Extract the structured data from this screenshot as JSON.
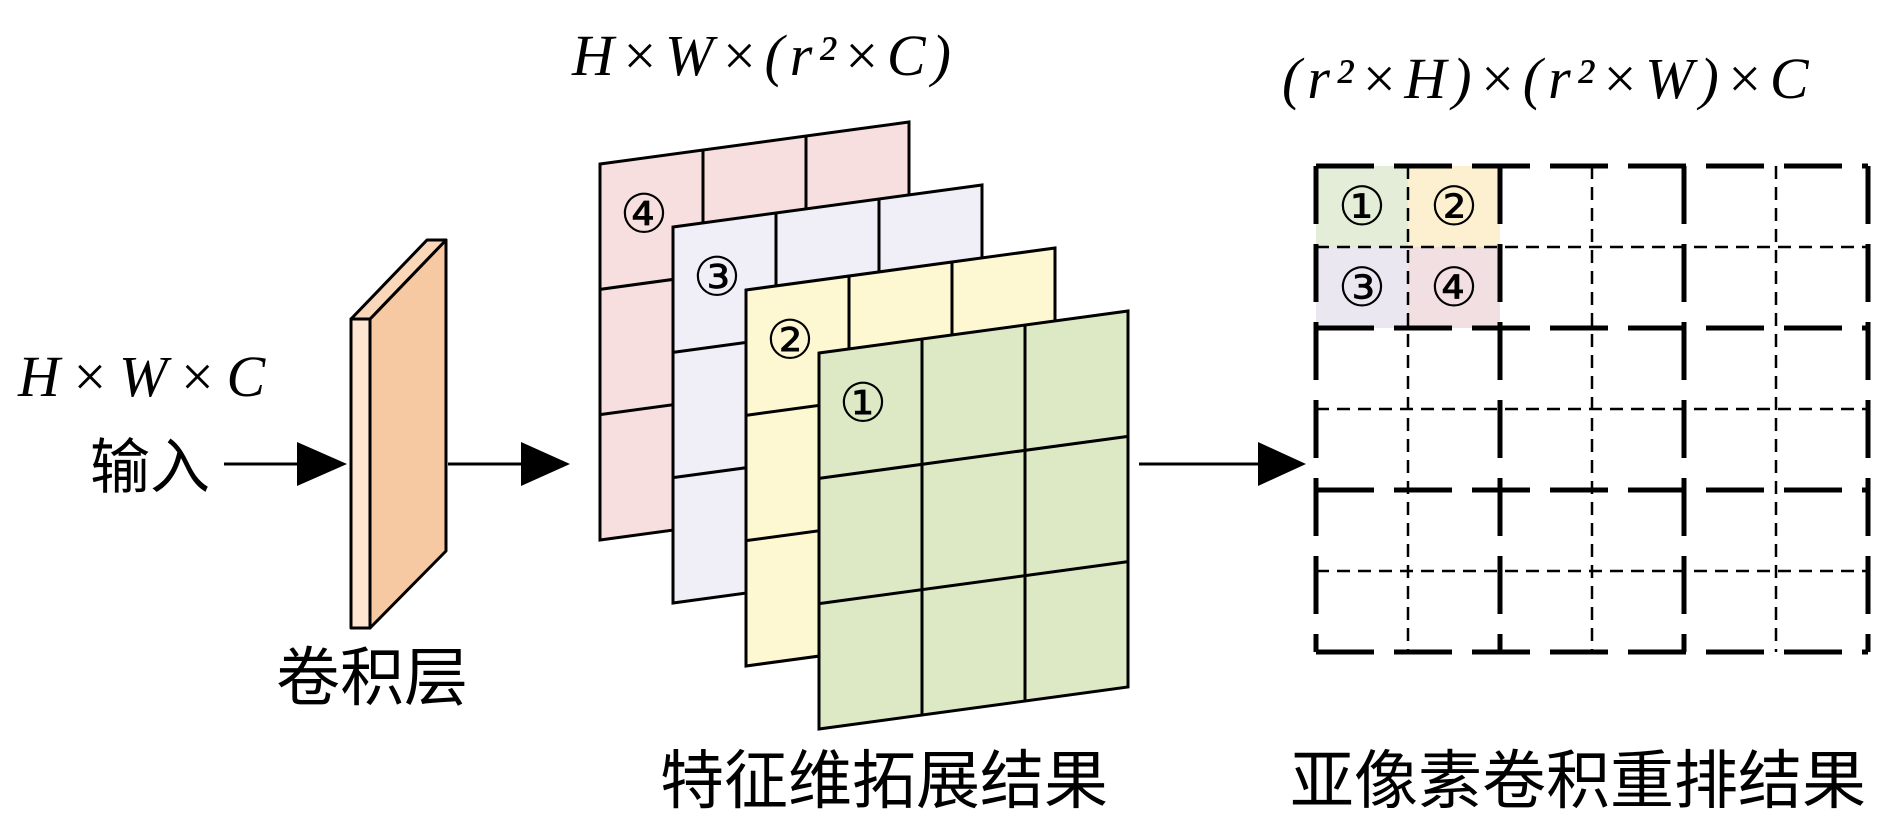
{
  "input": {
    "dims": "H×W×C",
    "label": "输入"
  },
  "conv_layer": {
    "label": "卷积层",
    "colors": {
      "front": "#fde5d2",
      "side": "#f6c9a2",
      "top": "#fad7b8"
    }
  },
  "feature_maps": {
    "dims": "H×W×(r²×C)",
    "caption": "特征维拓展结果",
    "layers": [
      {
        "label": "④",
        "color": "#f7dfe0"
      },
      {
        "label": "③",
        "color": "#f0eef7"
      },
      {
        "label": "②",
        "color": "#fdf8d2"
      },
      {
        "label": "①",
        "color": "#dde9c5"
      }
    ]
  },
  "output": {
    "dims": "(r²×H)×(r²×W)×C",
    "caption": "亚像素卷积重排结果",
    "cells": [
      {
        "label": "①",
        "color": "#e3edd8"
      },
      {
        "label": "②",
        "color": "#fdf0d0"
      },
      {
        "label": "③",
        "color": "#eae7f1"
      },
      {
        "label": "④",
        "color": "#f2dfe1"
      }
    ]
  }
}
